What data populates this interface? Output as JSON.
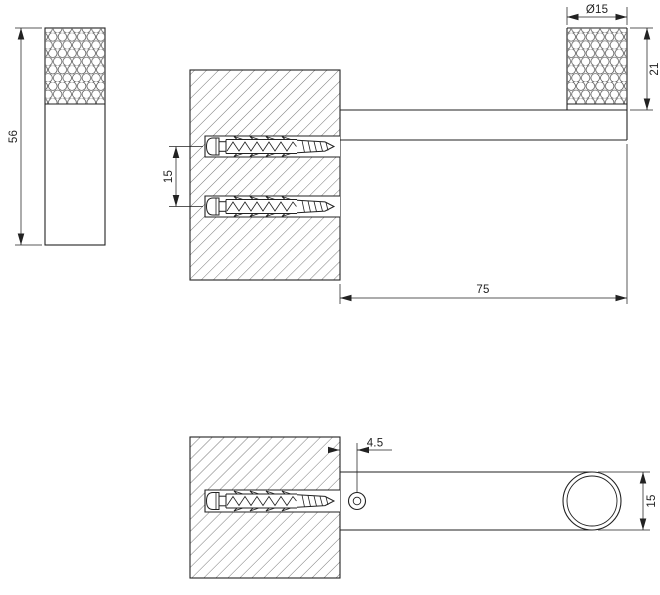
{
  "drawing": {
    "type": "installation-dimension-drawing",
    "line_color": "#222222",
    "background": "#ffffff"
  },
  "views": {
    "side_profile": {
      "dim_total_height": "56"
    },
    "front_installation": {
      "dim_anchor_spacing": "15",
      "dim_knob_diameter": "Ø15",
      "dim_knob_height": "21",
      "dim_wall_projection": "75"
    },
    "plan_installation": {
      "dim_screw_standoff": "4.5",
      "dim_arm_diameter": "15"
    }
  }
}
